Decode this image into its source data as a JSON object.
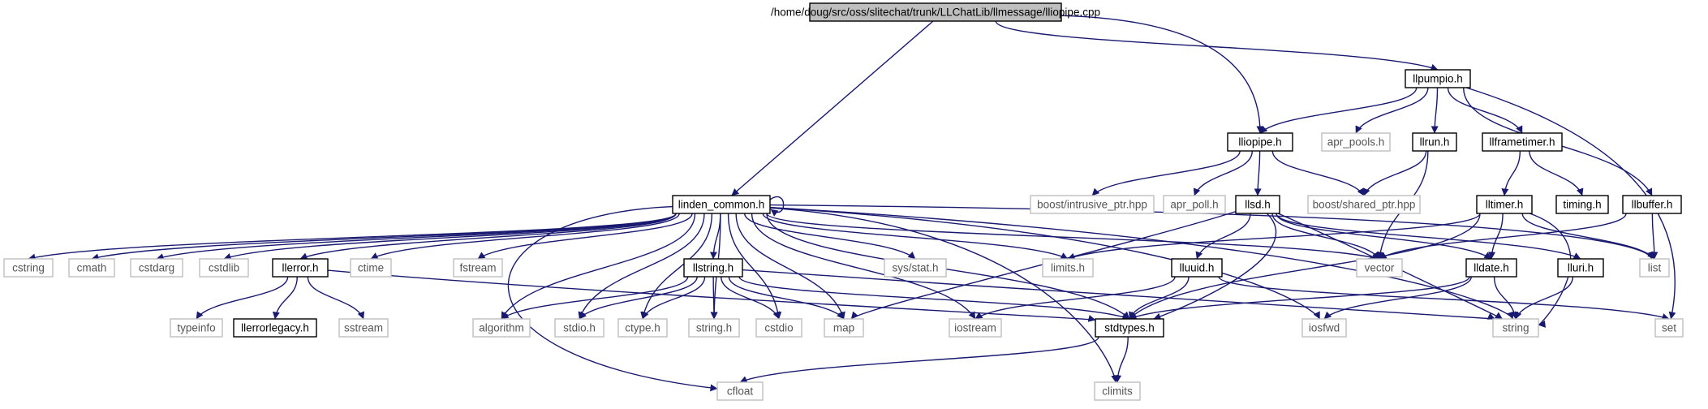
{
  "diagram": {
    "colors": {
      "edge": "#191970",
      "node_border": "#000000",
      "system_border": "#bfbfbf",
      "system_text": "#555555",
      "root_fill": "#bfbfbf",
      "node_fill": "#ffffff"
    },
    "nodes": [
      {
        "id": "root",
        "label": "/home/doug/src/oss/slitechat/trunk/LLChatLib/llmessage/lliopipe.cpp",
        "kind": "root"
      },
      {
        "id": "llpumpio_h",
        "label": "llpumpio.h",
        "kind": "project"
      },
      {
        "id": "lliopipe_h",
        "label": "lliopipe.h",
        "kind": "project"
      },
      {
        "id": "apr_pools_h",
        "label": "apr_pools.h",
        "kind": "system"
      },
      {
        "id": "llrun_h",
        "label": "llrun.h",
        "kind": "project"
      },
      {
        "id": "llframetimer_h",
        "label": "llframetimer.h",
        "kind": "project"
      },
      {
        "id": "linden_common_h",
        "label": "linden_common.h",
        "kind": "project"
      },
      {
        "id": "boost_intrusive",
        "label": "boost/intrusive_ptr.hpp",
        "kind": "system"
      },
      {
        "id": "apr_poll_h",
        "label": "apr_poll.h",
        "kind": "system"
      },
      {
        "id": "llsd_h",
        "label": "llsd.h",
        "kind": "project"
      },
      {
        "id": "boost_shared",
        "label": "boost/shared_ptr.hpp",
        "kind": "system"
      },
      {
        "id": "lltimer_h",
        "label": "lltimer.h",
        "kind": "project"
      },
      {
        "id": "timing_h",
        "label": "timing.h",
        "kind": "project"
      },
      {
        "id": "llbuffer_h",
        "label": "llbuffer.h",
        "kind": "project"
      },
      {
        "id": "cstring",
        "label": "cstring",
        "kind": "system"
      },
      {
        "id": "cmath",
        "label": "cmath",
        "kind": "system"
      },
      {
        "id": "cstdarg",
        "label": "cstdarg",
        "kind": "system"
      },
      {
        "id": "cstdlib",
        "label": "cstdlib",
        "kind": "system"
      },
      {
        "id": "llerror_h",
        "label": "llerror.h",
        "kind": "project"
      },
      {
        "id": "ctime",
        "label": "ctime",
        "kind": "system"
      },
      {
        "id": "fstream",
        "label": "fstream",
        "kind": "system"
      },
      {
        "id": "llstring_h",
        "label": "llstring.h",
        "kind": "project"
      },
      {
        "id": "sys_stat_h",
        "label": "sys/stat.h",
        "kind": "system"
      },
      {
        "id": "limits_h",
        "label": "limits.h",
        "kind": "system"
      },
      {
        "id": "vector",
        "label": "vector",
        "kind": "system"
      },
      {
        "id": "lluuid_h",
        "label": "lluuid.h",
        "kind": "project"
      },
      {
        "id": "lldate_h",
        "label": "lldate.h",
        "kind": "project"
      },
      {
        "id": "lluri_h",
        "label": "lluri.h",
        "kind": "project"
      },
      {
        "id": "list",
        "label": "list",
        "kind": "system"
      },
      {
        "id": "typeinfo",
        "label": "typeinfo",
        "kind": "system"
      },
      {
        "id": "llerrorlegacy_h",
        "label": "llerrorlegacy.h",
        "kind": "project"
      },
      {
        "id": "sstream",
        "label": "sstream",
        "kind": "system"
      },
      {
        "id": "algorithm",
        "label": "algorithm",
        "kind": "system"
      },
      {
        "id": "stdio_h",
        "label": "stdio.h",
        "kind": "system"
      },
      {
        "id": "ctype_h",
        "label": "ctype.h",
        "kind": "system"
      },
      {
        "id": "string_h",
        "label": "string.h",
        "kind": "system"
      },
      {
        "id": "cstdio",
        "label": "cstdio",
        "kind": "system"
      },
      {
        "id": "map",
        "label": "map",
        "kind": "system"
      },
      {
        "id": "iostream",
        "label": "iostream",
        "kind": "system"
      },
      {
        "id": "stdtypes_h",
        "label": "stdtypes.h",
        "kind": "project"
      },
      {
        "id": "iosfwd",
        "label": "iosfwd",
        "kind": "system"
      },
      {
        "id": "string",
        "label": "string",
        "kind": "system"
      },
      {
        "id": "set",
        "label": "set",
        "kind": "system"
      },
      {
        "id": "cfloat",
        "label": "cfloat",
        "kind": "system"
      },
      {
        "id": "climits",
        "label": "climits",
        "kind": "system"
      }
    ],
    "edges": [
      [
        "root",
        "llpumpio_h"
      ],
      [
        "root",
        "lliopipe_h"
      ],
      [
        "root",
        "linden_common_h"
      ],
      [
        "llpumpio_h",
        "lliopipe_h"
      ],
      [
        "llpumpio_h",
        "apr_pools_h"
      ],
      [
        "llpumpio_h",
        "llrun_h"
      ],
      [
        "llpumpio_h",
        "llframetimer_h"
      ],
      [
        "llpumpio_h",
        "llbuffer_h"
      ],
      [
        "llpumpio_h",
        "set"
      ],
      [
        "lliopipe_h",
        "boost_intrusive"
      ],
      [
        "lliopipe_h",
        "apr_poll_h"
      ],
      [
        "lliopipe_h",
        "llsd_h"
      ],
      [
        "lliopipe_h",
        "boost_shared"
      ],
      [
        "llrun_h",
        "boost_shared"
      ],
      [
        "llrun_h",
        "vector"
      ],
      [
        "llframetimer_h",
        "lltimer_h"
      ],
      [
        "llframetimer_h",
        "timing_h"
      ],
      [
        "llbuffer_h",
        "list"
      ],
      [
        "llbuffer_h",
        "vector"
      ],
      [
        "lltimer_h",
        "limits_h"
      ],
      [
        "lltimer_h",
        "lldate_h"
      ],
      [
        "lltimer_h",
        "stdtypes_h"
      ],
      [
        "lltimer_h",
        "list"
      ],
      [
        "lltimer_h",
        "string"
      ],
      [
        "llsd_h",
        "map"
      ],
      [
        "llsd_h",
        "lluuid_h"
      ],
      [
        "llsd_h",
        "lldate_h"
      ],
      [
        "llsd_h",
        "lluri_h"
      ],
      [
        "llsd_h",
        "string"
      ],
      [
        "llsd_h",
        "vector"
      ],
      [
        "llsd_h",
        "stdtypes_h"
      ],
      [
        "lluuid_h",
        "stdtypes_h"
      ],
      [
        "lluuid_h",
        "iostream"
      ],
      [
        "lluuid_h",
        "set"
      ],
      [
        "lldate_h",
        "iosfwd"
      ],
      [
        "lldate_h",
        "string"
      ],
      [
        "lldate_h",
        "stdtypes_h"
      ],
      [
        "lluri_h",
        "string"
      ],
      [
        "linden_common_h",
        "linden_common_h"
      ],
      [
        "linden_common_h",
        "cstring"
      ],
      [
        "linden_common_h",
        "cmath"
      ],
      [
        "linden_common_h",
        "cstdarg"
      ],
      [
        "linden_common_h",
        "cstdlib"
      ],
      [
        "linden_common_h",
        "llerror_h"
      ],
      [
        "linden_common_h",
        "ctime"
      ],
      [
        "linden_common_h",
        "fstream"
      ],
      [
        "linden_common_h",
        "llstring_h"
      ],
      [
        "linden_common_h",
        "sys_stat_h"
      ],
      [
        "linden_common_h",
        "limits_h"
      ],
      [
        "linden_common_h",
        "vector"
      ],
      [
        "linden_common_h",
        "list"
      ],
      [
        "linden_common_h",
        "algorithm"
      ],
      [
        "linden_common_h",
        "stdio_h"
      ],
      [
        "linden_common_h",
        "ctype_h"
      ],
      [
        "linden_common_h",
        "string_h"
      ],
      [
        "linden_common_h",
        "cstdio"
      ],
      [
        "linden_common_h",
        "map"
      ],
      [
        "linden_common_h",
        "iostream"
      ],
      [
        "linden_common_h",
        "stdtypes_h"
      ],
      [
        "linden_common_h",
        "iosfwd"
      ],
      [
        "linden_common_h",
        "string"
      ],
      [
        "linden_common_h",
        "cfloat"
      ],
      [
        "linden_common_h",
        "climits"
      ],
      [
        "llerror_h",
        "typeinfo"
      ],
      [
        "llerror_h",
        "llerrorlegacy_h"
      ],
      [
        "llerror_h",
        "sstream"
      ],
      [
        "llerror_h",
        "stdtypes_h"
      ],
      [
        "llstring_h",
        "algorithm"
      ],
      [
        "llstring_h",
        "stdio_h"
      ],
      [
        "llstring_h",
        "ctype_h"
      ],
      [
        "llstring_h",
        "string_h"
      ],
      [
        "llstring_h",
        "cstdio"
      ],
      [
        "llstring_h",
        "map"
      ],
      [
        "llstring_h",
        "stdtypes_h"
      ],
      [
        "llstring_h",
        "string"
      ],
      [
        "stdtypes_h",
        "cfloat"
      ],
      [
        "stdtypes_h",
        "climits"
      ]
    ]
  }
}
